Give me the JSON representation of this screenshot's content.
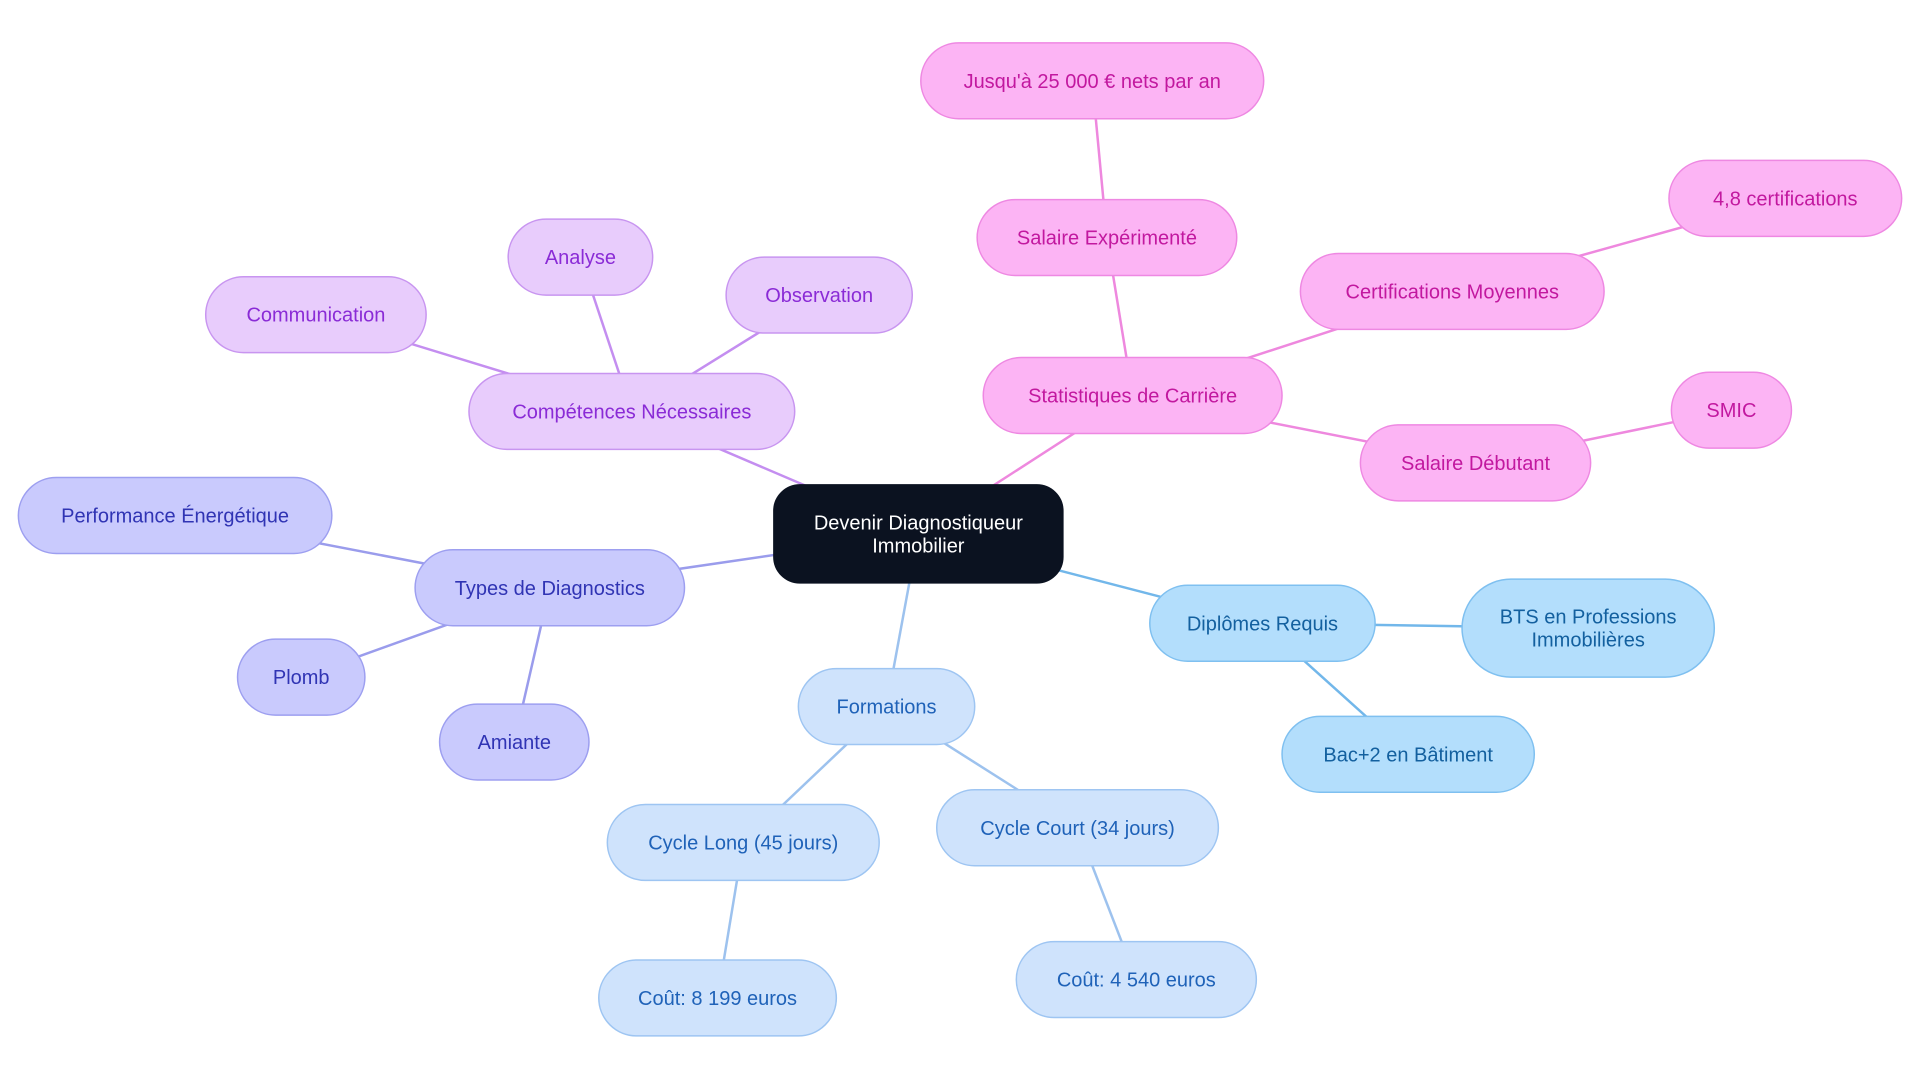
{
  "colors": {
    "root": {
      "fill": "#0b1220",
      "stroke": "#0b1220",
      "text": "#ffffff"
    },
    "purple": {
      "fill": "#e8ccfc",
      "stroke": "#c895f0",
      "text": "#8a2bd6",
      "edge": "#c48ef0"
    },
    "pink": {
      "fill": "#fcb4f4",
      "stroke": "#ee88e2",
      "text": "#c2189f",
      "edge": "#ee88de"
    },
    "indigo": {
      "fill": "#c9cafd",
      "stroke": "#9d9ff0",
      "text": "#3034b4",
      "edge": "#9a9cec"
    },
    "lightblue": {
      "fill": "#cfe3fc",
      "stroke": "#9ec5f2",
      "text": "#1f62b8",
      "edge": "#9dc2ee"
    },
    "skyblue": {
      "fill": "#b3defc",
      "stroke": "#7fc0f0",
      "text": "#13609f",
      "edge": "#72b7ea"
    }
  },
  "mindmap": {
    "root": {
      "label": [
        "Devenir Diagnostiqueur",
        "Immobilier"
      ]
    },
    "nodes": {
      "competences": {
        "label": [
          "Compétences Nécessaires"
        ]
      },
      "communication": {
        "label": [
          "Communication"
        ]
      },
      "analyse": {
        "label": [
          "Analyse"
        ]
      },
      "observation": {
        "label": [
          "Observation"
        ]
      },
      "statistiques": {
        "label": [
          "Statistiques de Carrière"
        ]
      },
      "salaire_exp": {
        "label": [
          "Salaire Expérimenté"
        ]
      },
      "jusqua": {
        "label": [
          "Jusqu'à 25 000 € nets par an"
        ]
      },
      "certifications": {
        "label": [
          "Certifications Moyennes"
        ]
      },
      "certs_48": {
        "label": [
          "4,8 certifications"
        ]
      },
      "salaire_deb": {
        "label": [
          "Salaire Débutant"
        ]
      },
      "smic": {
        "label": [
          "SMIC"
        ]
      },
      "types": {
        "label": [
          "Types de Diagnostics"
        ]
      },
      "performance": {
        "label": [
          "Performance Énergétique"
        ]
      },
      "plomb": {
        "label": [
          "Plomb"
        ]
      },
      "amiante": {
        "label": [
          "Amiante"
        ]
      },
      "formations": {
        "label": [
          "Formations"
        ]
      },
      "cycle_long": {
        "label": [
          "Cycle Long (45 jours)"
        ]
      },
      "cout_long": {
        "label": [
          "Coût: 8 199 euros"
        ]
      },
      "cycle_court": {
        "label": [
          "Cycle Court (34 jours)"
        ]
      },
      "cout_court": {
        "label": [
          "Coût: 4 540 euros"
        ]
      },
      "diplomes": {
        "label": [
          "Diplômes Requis"
        ]
      },
      "bts": {
        "label": [
          "BTS en Professions",
          "Immobilières"
        ]
      },
      "bac2": {
        "label": [
          "Bac+2 en Bâtiment"
        ]
      }
    }
  }
}
